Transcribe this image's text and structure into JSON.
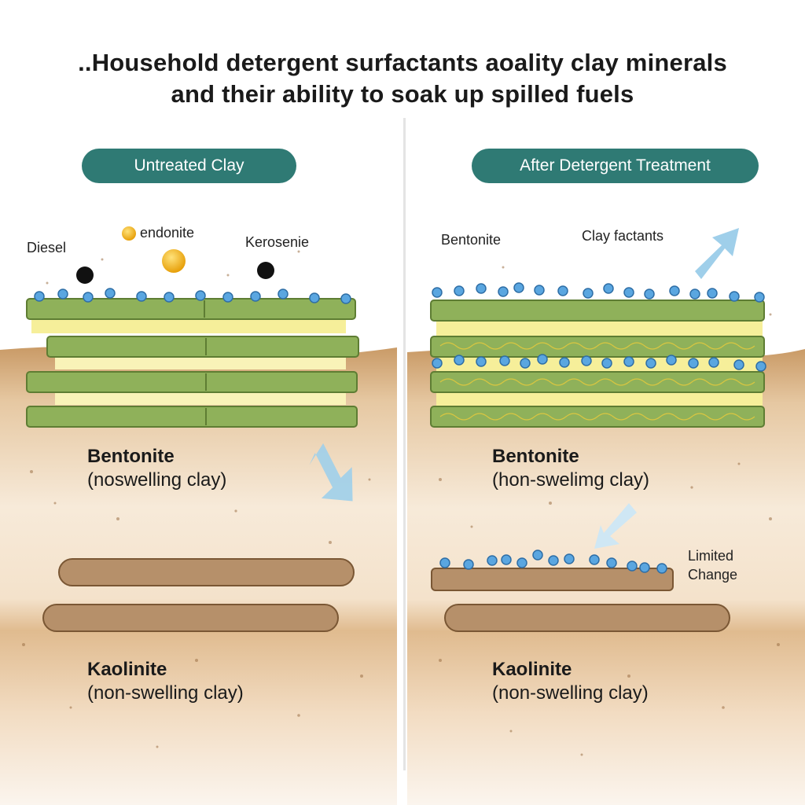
{
  "title": {
    "line1": "..Household detergent surfactants aoality clay minerals",
    "line2": "and their ability to soak up spilled fuels"
  },
  "left_panel": {
    "header": "Untreated Clay",
    "fuel_labels": {
      "diesel": "Diesel",
      "bentonite_small": "endonite",
      "kerosene": "Kerosenie"
    },
    "bentonite_name": "Bentonite",
    "bentonite_desc": "(noswelling clay)",
    "kaolinite_name": "Kaolinite",
    "kaolinite_desc": "(non-swelling clay)"
  },
  "right_panel": {
    "header": "After Detergent Treatment",
    "bentonite_small": "Bentonite",
    "clay_factants": "Clay factants",
    "bentonite_name": "Bentonite",
    "bentonite_desc": "(hon-swelimg clay)",
    "limited_line1": "Limited",
    "limited_line2": "Change",
    "kaolinite_name": "Kaolinite",
    "kaolinite_desc": "(non-swelling clay)"
  },
  "colors": {
    "header_pill": "#2f7a74",
    "clay_layer": "#8fb15a",
    "fuel_yellow": "#f6ef9a",
    "surfactant_blue": "#5aa6e0",
    "soil": "#d8b690",
    "kaolinite": "#b6906a",
    "arrow": "#9fcfea"
  }
}
